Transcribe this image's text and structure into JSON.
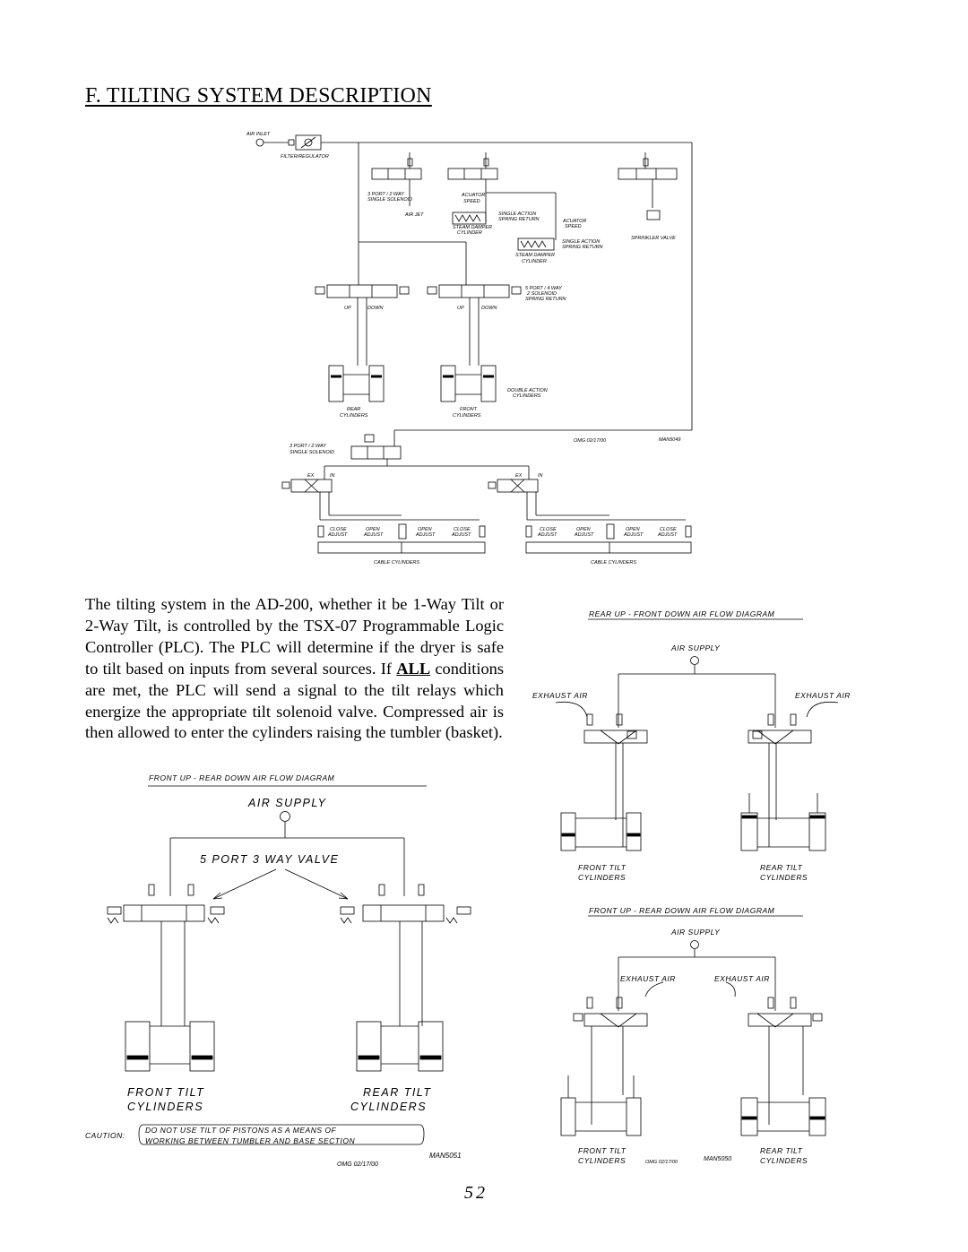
{
  "heading": {
    "title": "F.  TILTING SYSTEM DESCRIPTION"
  },
  "paragraph": {
    "before_all": "The tilting system in the AD-200, whether it be 1-Way Tilt or 2-Way Tilt, is controlled by the TSX-07 Programmable Logic Controller (PLC).  The PLC will determine if the dryer is safe to tilt based on inputs from several sources.  If ",
    "all_word": "ALL",
    "after_all": " conditions are met, the PLC will send a signal to the tilt relays which energize the appropriate tilt solenoid valve. Compressed air is then allowed to enter the cylinders raising the tumbler (basket)."
  },
  "schematic": {
    "air_inlet": "AIR INLET",
    "filter_regulator": "FILTER/REGULATOR",
    "three_port_2way_a": "3 PORT / 2 WAY",
    "single_solenoid_a": "SINGLE SOLENOID",
    "air_jet": "AIR JET",
    "acuator_speed_1": "ACUATOR",
    "speed_1": "SPEED",
    "steam_damper_1": "STEAM DAMPER",
    "cylinder_1": "CYLINDER",
    "single_action_1": "SINGLE ACTION",
    "spring_return_1": "SPRING RETURN",
    "acuator_speed_2": "ACUATOR",
    "speed_2": "SPEED",
    "single_action_2": "SINGLE ACTION",
    "spring_return_2": "SPRING RETURN",
    "steam_damper_2": "STEAM DAMPER",
    "cylinder_2": "CYLINDER",
    "sprinkler_valve": "SPRINKLER VALVE",
    "five_port": "5 PORT / 4 WAY",
    "two_solenoid": "2 SOLENOID",
    "spring_return_3": "SPRING RETURN",
    "up_1": "UP",
    "down_1": "DOWN",
    "up_2": "UP",
    "down_2": "DOWN",
    "double_action": "DOUBLE ACTION",
    "cylinders_da": "CYLINDERS",
    "rear": "REAR",
    "rear_cylinders": "CYLINDERS",
    "front": "FRONT",
    "front_cylinders": "CYLINDERS",
    "omg_date": "OMG 02/17/00",
    "man_code": "MAN5049",
    "three_port_2way_b": "3 PORT / 2 WAY",
    "single_solenoid_b": "SINGLE SOLENOID",
    "ex_1": "EX",
    "in_1": "IN",
    "ex_2": "EX",
    "in_2": "IN",
    "close_1": "CLOSE",
    "adjust_1": "ADJUST",
    "open_1": "OPEN",
    "adjust_2": "ADJUST",
    "open_2": "OPEN",
    "adjust_3": "ADJUST",
    "close_2": "CLOSE",
    "adjust_4": "ADJUST",
    "close_3": "CLOSE",
    "adjust_5": "ADJUST",
    "open_3": "OPEN",
    "adjust_6": "ADJUST",
    "open_4": "OPEN",
    "adjust_7": "ADJUST",
    "close_4": "CLOSE",
    "adjust_8": "ADJUST",
    "cable_cylinders_1": "CABLE CYLINDERS",
    "cable_cylinders_2": "CABLE CYLINDERS"
  },
  "left_diagram": {
    "title": "FRONT UP - REAR DOWN AIR FLOW DIAGRAM",
    "air_supply": "AIR SUPPLY",
    "valve_label": "5 PORT   3 WAY VALVE",
    "front_tilt": "FRONT TILT",
    "front_cylinders": "CYLINDERS",
    "rear_tilt": "REAR TILT",
    "rear_cylinders": "CYLINDERS",
    "caution_label": "CAUTION:",
    "caution_line1": "DO NOT USE TILT OF PISTONS AS A MEANS OF",
    "caution_line2": "WORKING BETWEEN TUMBLER AND BASE SECTION",
    "man_code": "MAN5051",
    "omg_date": "OMG 02/17/00"
  },
  "right_top_diagram": {
    "title": "REAR UP - FRONT DOWN AIR FLOW DIAGRAM",
    "air_supply": "AIR SUPPLY",
    "exhaust_left": "EXHAUST AIR",
    "exhaust_right": "EXHAUST AIR",
    "front_tilt": "FRONT TILT",
    "front_cylinders": "CYLINDERS",
    "rear_tilt": "REAR TILT",
    "rear_cylinders": "CYLINDERS"
  },
  "right_bottom_diagram": {
    "title": "FRONT UP - REAR DOWN AIR FLOW DIAGRAM",
    "air_supply": "AIR SUPPLY",
    "exhaust_left": "EXHAUST AIR",
    "exhaust_right": "EXHAUST AIR",
    "front_tilt": "FRONT TILT",
    "front_cylinders": "CYLINDERS",
    "omg_date": "OMG 02/17/00",
    "man_code": "MAN5050",
    "rear_tilt": "REAR TILT",
    "rear_cylinders": "CYLINDERS"
  },
  "footer": {
    "page_number": "52"
  }
}
